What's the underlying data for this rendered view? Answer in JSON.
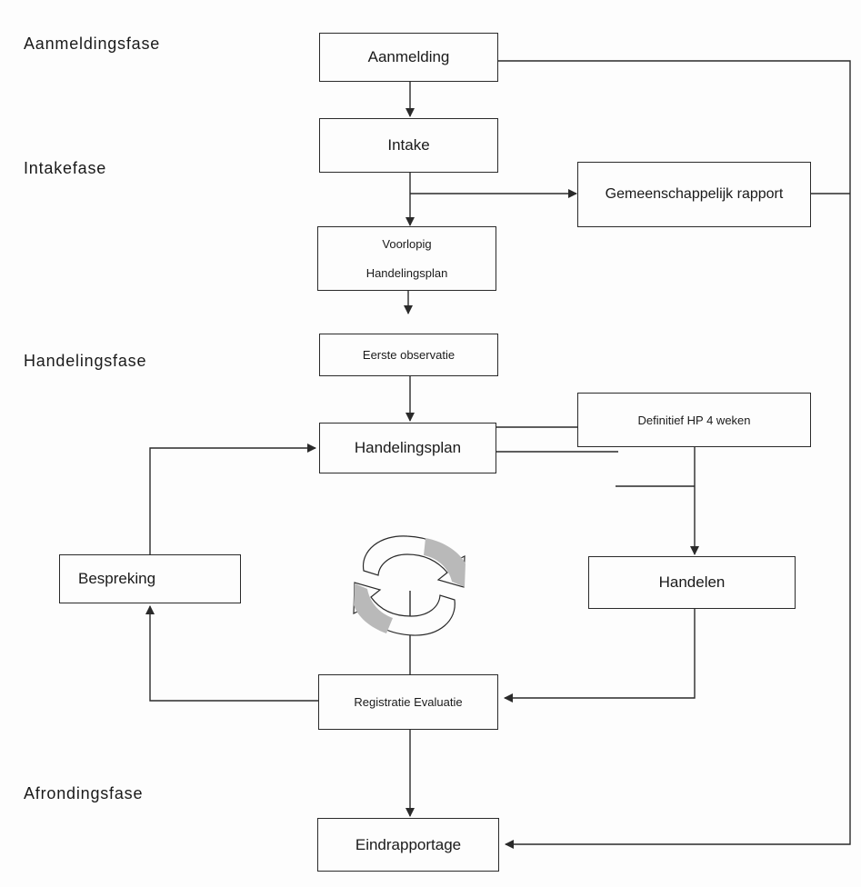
{
  "phases": {
    "aanmelding": "Aanmeldingsfase",
    "intake": "Intakefase",
    "handeling": "Handelingsfase",
    "afronding": "Afrondingsfase"
  },
  "nodes": {
    "aanmelding": "Aanmelding",
    "intake": "Intake",
    "gemeenschappelijk_rapport": "Gemeenschappelijk rapport",
    "voorlopig_line1": "Voorlopig",
    "voorlopig_line2": "Handelingsplan",
    "eerste_observatie": "Eerste observatie",
    "definitief_hp": "Definitief HP 4 weken",
    "handelingsplan": "Handelingsplan",
    "bespreking": "Bespreking",
    "handelen": "Handelen",
    "registratie_evaluatie": "Registratie Evaluatie",
    "eindrapportage": "Eindrapportage"
  },
  "colors": {
    "line": "#2a2a2a",
    "cycle_fill": "#b9b9b9",
    "background": "#fdfdfd"
  },
  "icons": {
    "cycle": "circular-arrows-icon"
  }
}
